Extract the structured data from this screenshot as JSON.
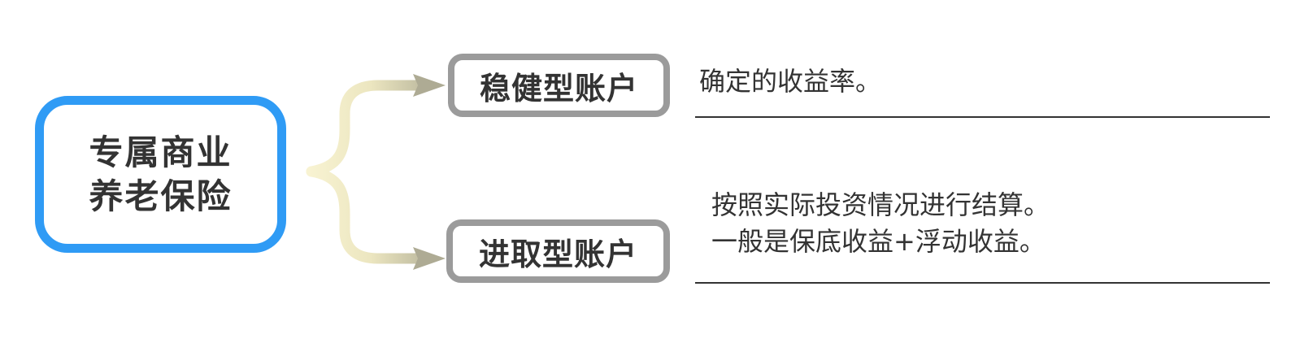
{
  "root": {
    "lines": [
      "专属商业",
      "养老保险"
    ]
  },
  "branches": [
    {
      "label": "稳健型账户",
      "notes": [
        "确定的收益率。"
      ]
    },
    {
      "label": "进取型账户",
      "notes": [
        "按照实际投资情况进行结算。",
        "一般是保底收益+浮动收益。"
      ]
    }
  ],
  "colors": {
    "root_border": "#2f9bf5",
    "branch_border": "#9b9b9b",
    "text": "#333333",
    "rule": "#333333",
    "connector_light": "#f8f3d2",
    "connector_mid": "#ece6c0",
    "connector_dark": "#aeab94"
  }
}
